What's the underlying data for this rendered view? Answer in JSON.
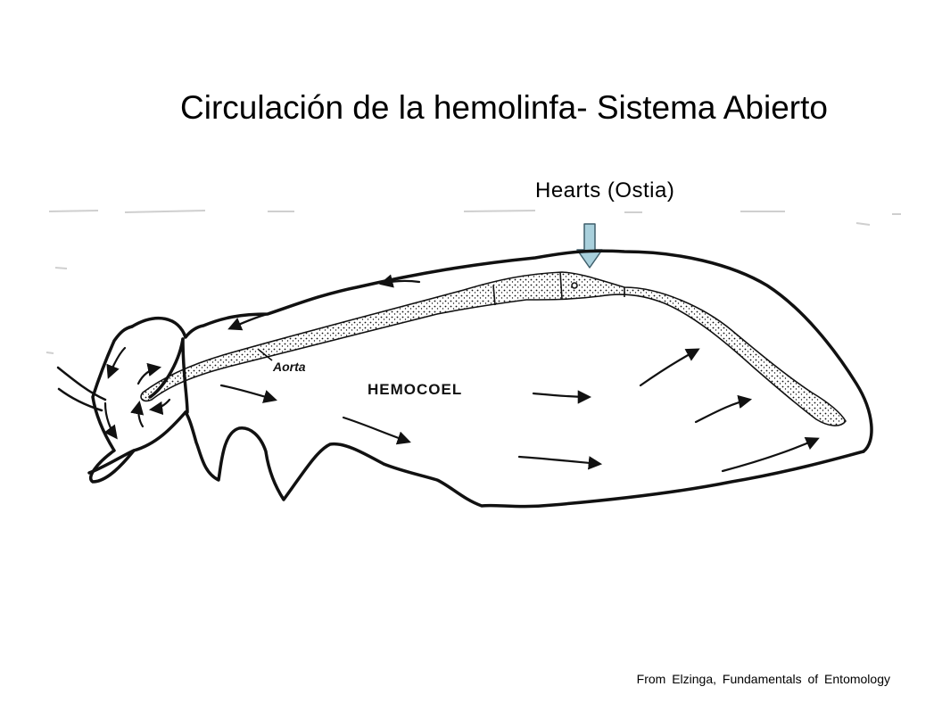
{
  "slide": {
    "title": "Circulación de la hemolinfa- Sistema Abierto",
    "source_credit": "From Elzinga, Fundamentals of Entomology"
  },
  "diagram": {
    "callout_label": "Hearts (Ostia)",
    "labels": {
      "aorta": "Aorta",
      "hemocoel": "HEMOCOEL"
    },
    "colors": {
      "callout_arrow_fill": "#a9d0dc",
      "callout_arrow_stroke": "#3f5f6b",
      "ink": "#111111"
    },
    "icons": [
      "down-arrow-icon",
      "flow-arrow-icon"
    ]
  }
}
